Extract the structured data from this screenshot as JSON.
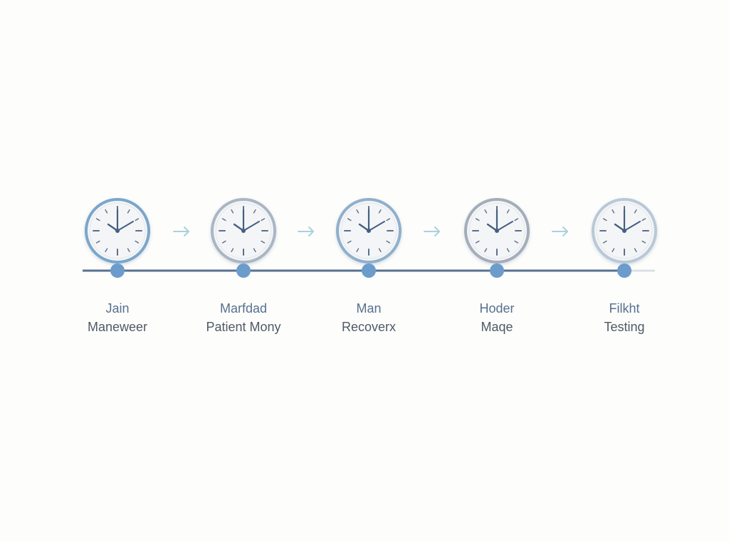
{
  "colors": {
    "axis_line": "#5a7190",
    "axis_tail": "#dcdfe3",
    "node_dot": "#6b9ccb",
    "arrow": "#a9d1dc",
    "clock_face": "#f4f5f7",
    "clock_hands": "#455f80",
    "clock_ticks": "#5b6f88",
    "clock_rings": [
      "#7aa6cc",
      "#a9b6c4",
      "#8fb0cc",
      "#a4adba",
      "#b9c8d8"
    ]
  },
  "steps": [
    {
      "title": "Jain",
      "subtitle": "Maneweer"
    },
    {
      "title": "Marfdad",
      "subtitle": "Patient Mony"
    },
    {
      "title": "Man",
      "subtitle": "Recoverx"
    },
    {
      "title": "Hoder",
      "subtitle": "Maqe"
    },
    {
      "title": "Filkht",
      "subtitle": "Testing"
    }
  ],
  "icons": {
    "clock": "clock-icon",
    "arrow": "arrow-right-icon",
    "node": "timeline-node"
  }
}
